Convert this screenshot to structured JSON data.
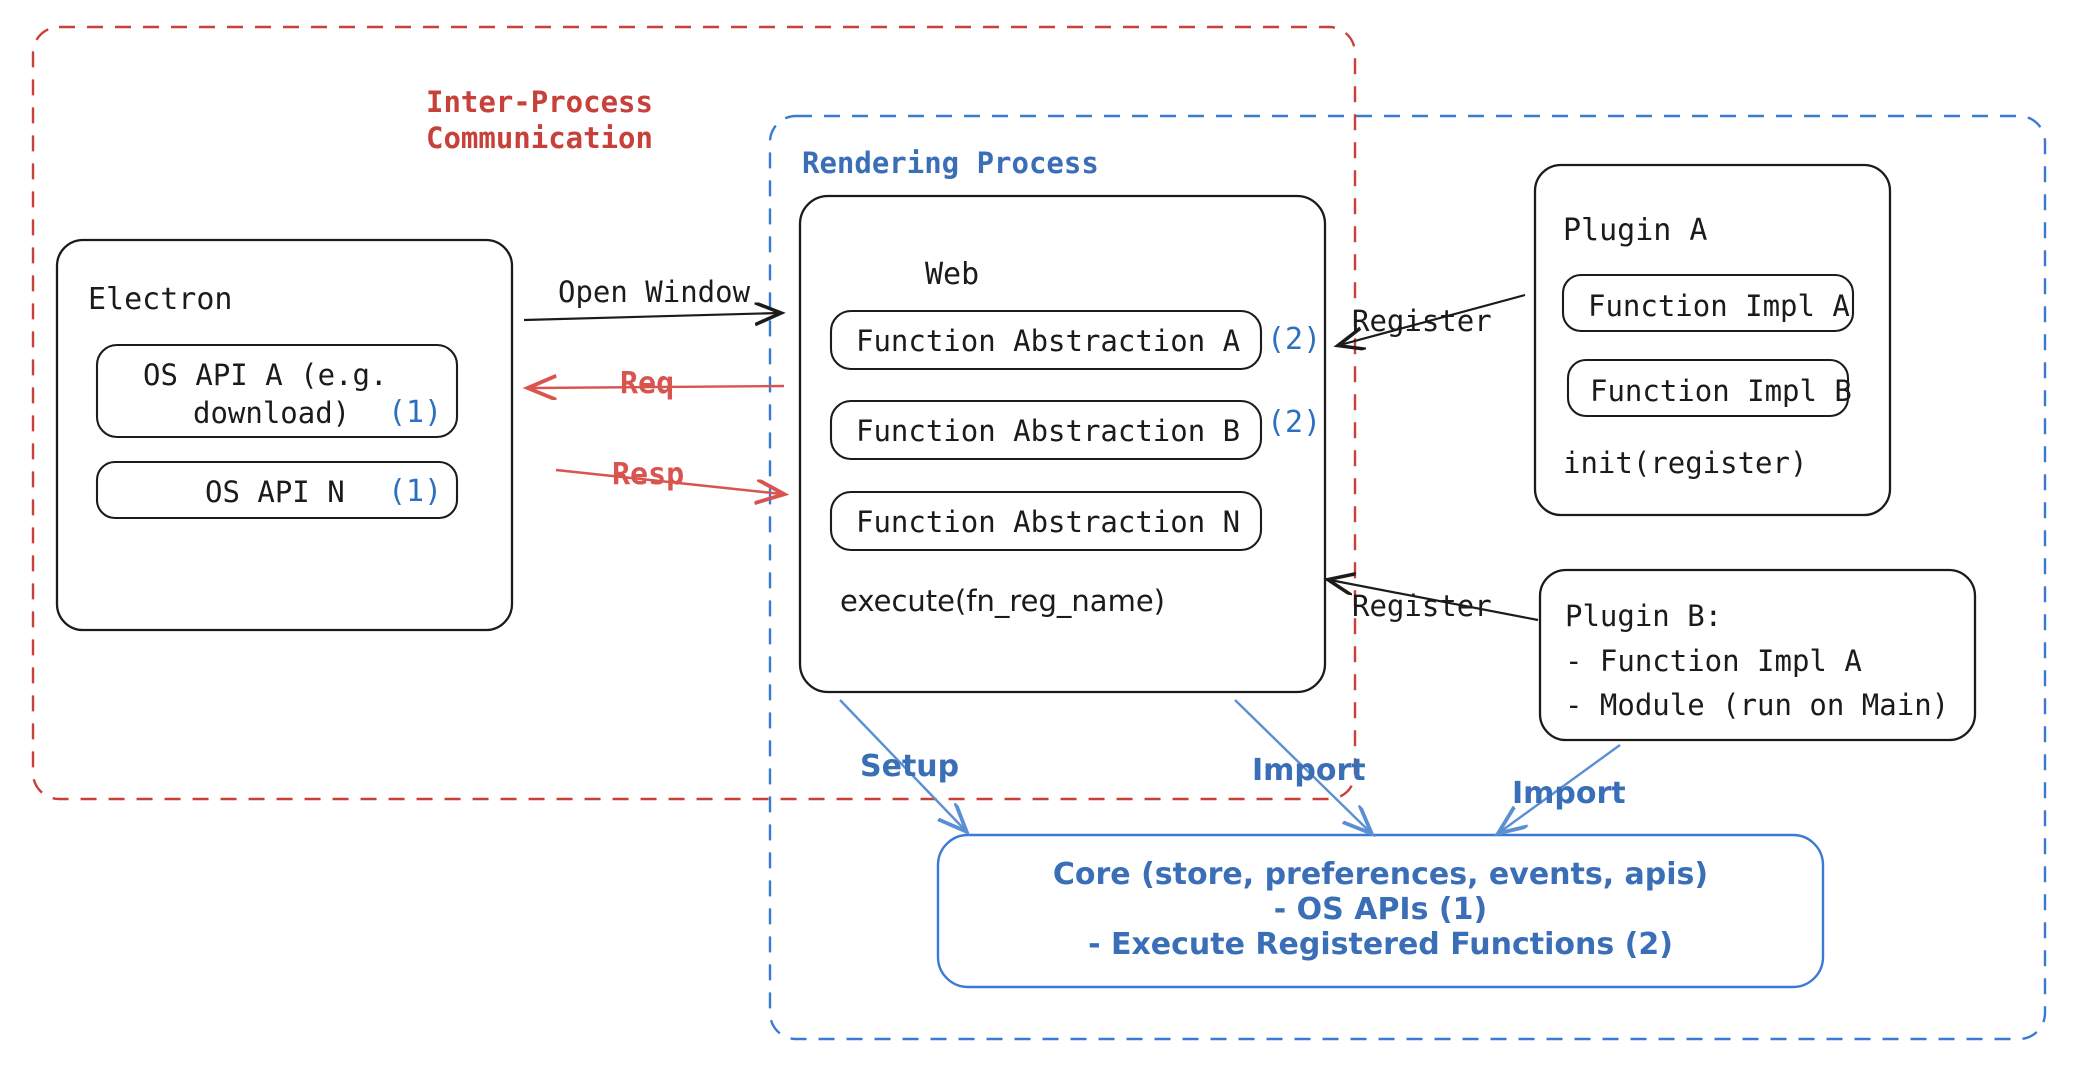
{
  "diagram": {
    "title_hidden": "Electron plugin architecture",
    "colors": {
      "red": "#c7403a",
      "blue": "#3a6fb8",
      "num_blue": "#2d6fc0",
      "black": "#1b1b1b"
    },
    "containers": {
      "ipc": {
        "label": "Inter-Process\nCommunication",
        "label_line1": "Inter-Process",
        "label_line2": "Communication",
        "style": "dashed-red"
      },
      "rendering": {
        "label": "Rendering Process",
        "style": "dashed-blue"
      }
    },
    "electron": {
      "title": "Electron",
      "items": [
        {
          "label_line1": "OS API A (e.g.",
          "label_line2": "download)",
          "badge": "(1)"
        },
        {
          "label_line1": "OS API N",
          "label_line2": "",
          "badge": "(1)"
        }
      ]
    },
    "web": {
      "title": "Web",
      "items": [
        {
          "label": "Function Abstraction A",
          "badge": "(2)"
        },
        {
          "label": "Function Abstraction B",
          "badge": "(2)"
        },
        {
          "label": "Function Abstraction N",
          "badge": ""
        }
      ],
      "footer": "execute(fn_reg_name)"
    },
    "plugin_a": {
      "title": "Plugin A",
      "items": [
        {
          "label": "Function Impl A"
        },
        {
          "label": "Function Impl B"
        }
      ],
      "footer": "init(register)"
    },
    "plugin_b": {
      "lines": [
        "Plugin B:",
        "- Function Impl A",
        "- Module (run on Main)"
      ]
    },
    "core": {
      "lines": [
        "Core (store, preferences, events, apis)",
        "- OS APIs (1)",
        "- Execute Registered Functions (2)"
      ]
    },
    "arrows": [
      {
        "id": "open-window",
        "label": "Open Window",
        "color": "#1b1b1b"
      },
      {
        "id": "req",
        "label": "Req",
        "color": "#d9534f"
      },
      {
        "id": "resp",
        "label": "Resp",
        "color": "#d9534f"
      },
      {
        "id": "register-a",
        "label": "Register",
        "color": "#1b1b1b"
      },
      {
        "id": "register-b",
        "label": "Register",
        "color": "#1b1b1b"
      },
      {
        "id": "setup",
        "label": "Setup",
        "color": "#3a6fb8"
      },
      {
        "id": "import-web",
        "label": "Import",
        "color": "#3a6fb8"
      },
      {
        "id": "import-plugin",
        "label": "Import",
        "color": "#3a6fb8"
      }
    ]
  }
}
